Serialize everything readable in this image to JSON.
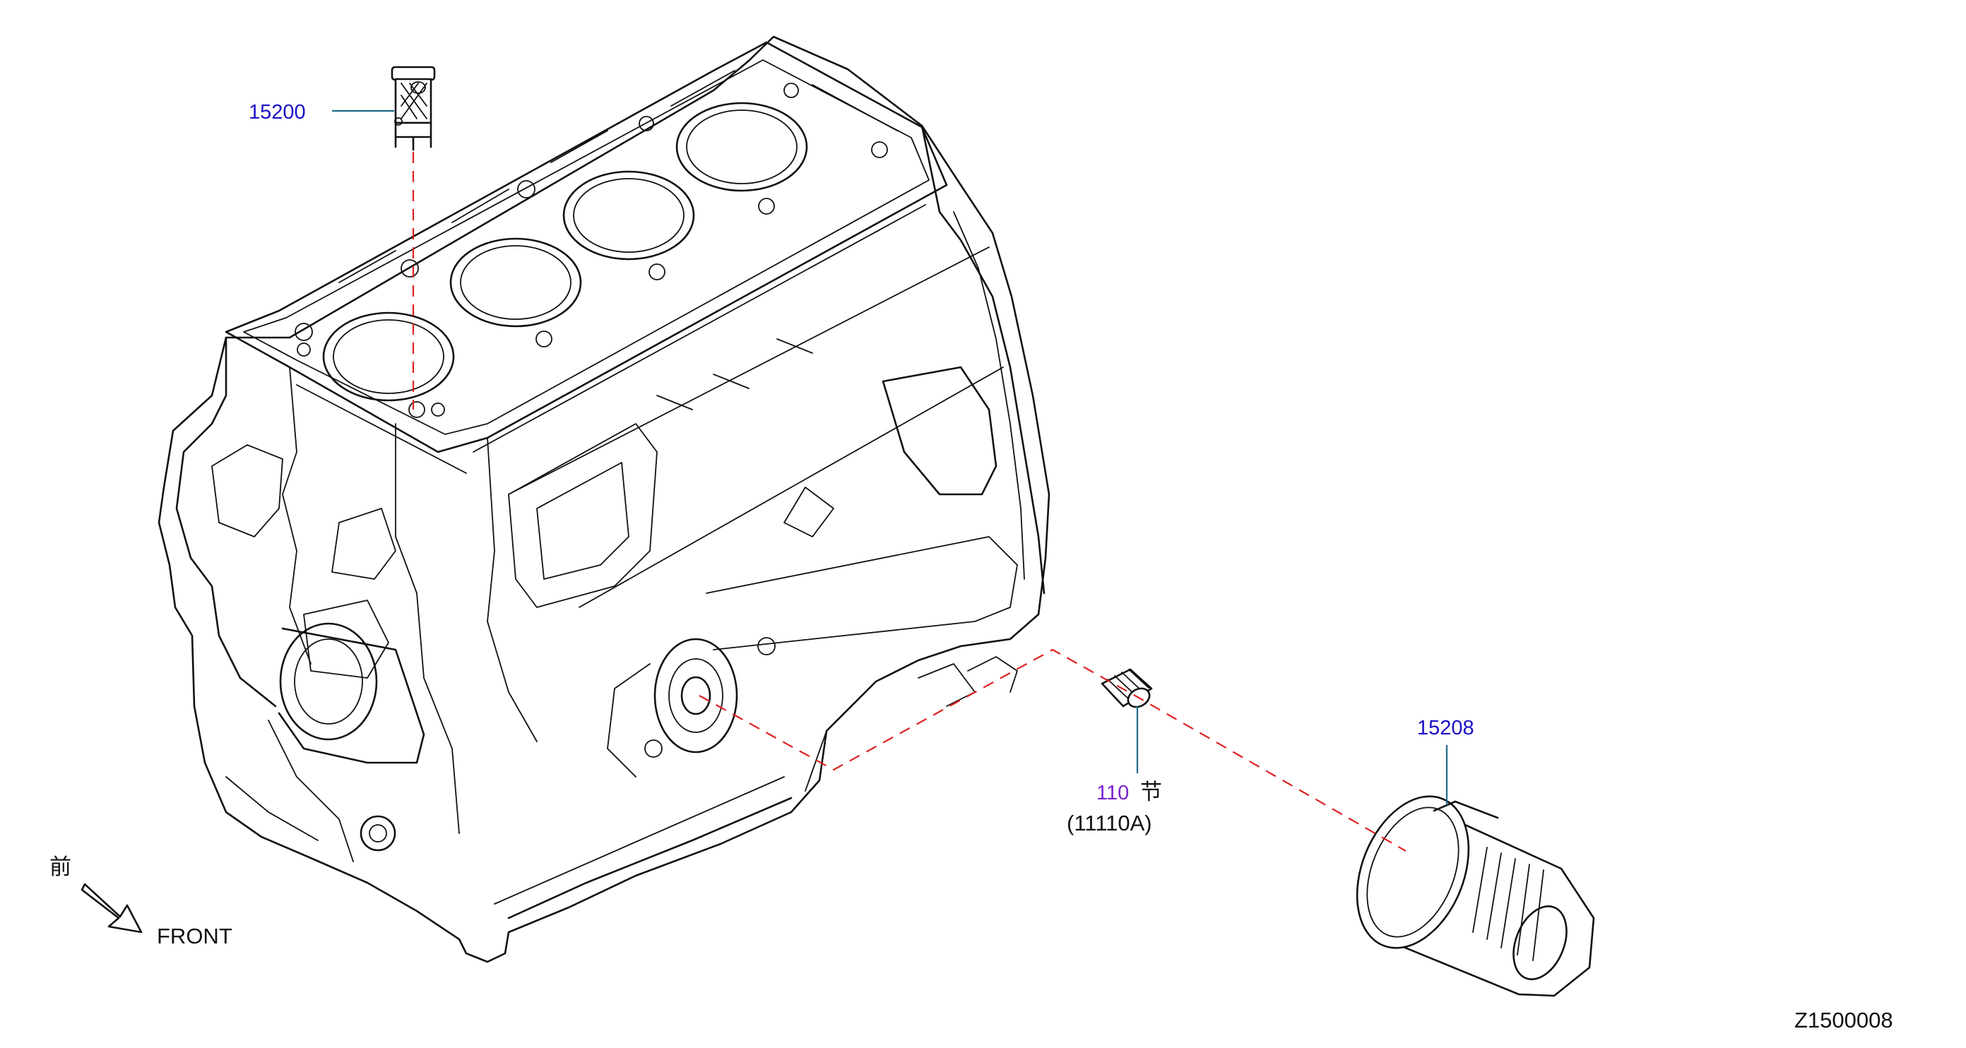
{
  "callouts": {
    "strainer": "15200",
    "oil_filter": "15208",
    "stud_section": "110",
    "stud_section_kanji": "节",
    "stud_ref": "(11110A)"
  },
  "front_marker": {
    "kanji": "前",
    "label": "FRONT"
  },
  "figure_id": "Z1500008",
  "colors": {
    "part_number": "#1a10c8",
    "section_number": "#7a1fd0",
    "leader": "#1f6a8a",
    "dashed_guide": "#e02020",
    "line_art": "#111111"
  },
  "icons": [
    "front-arrow-icon"
  ]
}
